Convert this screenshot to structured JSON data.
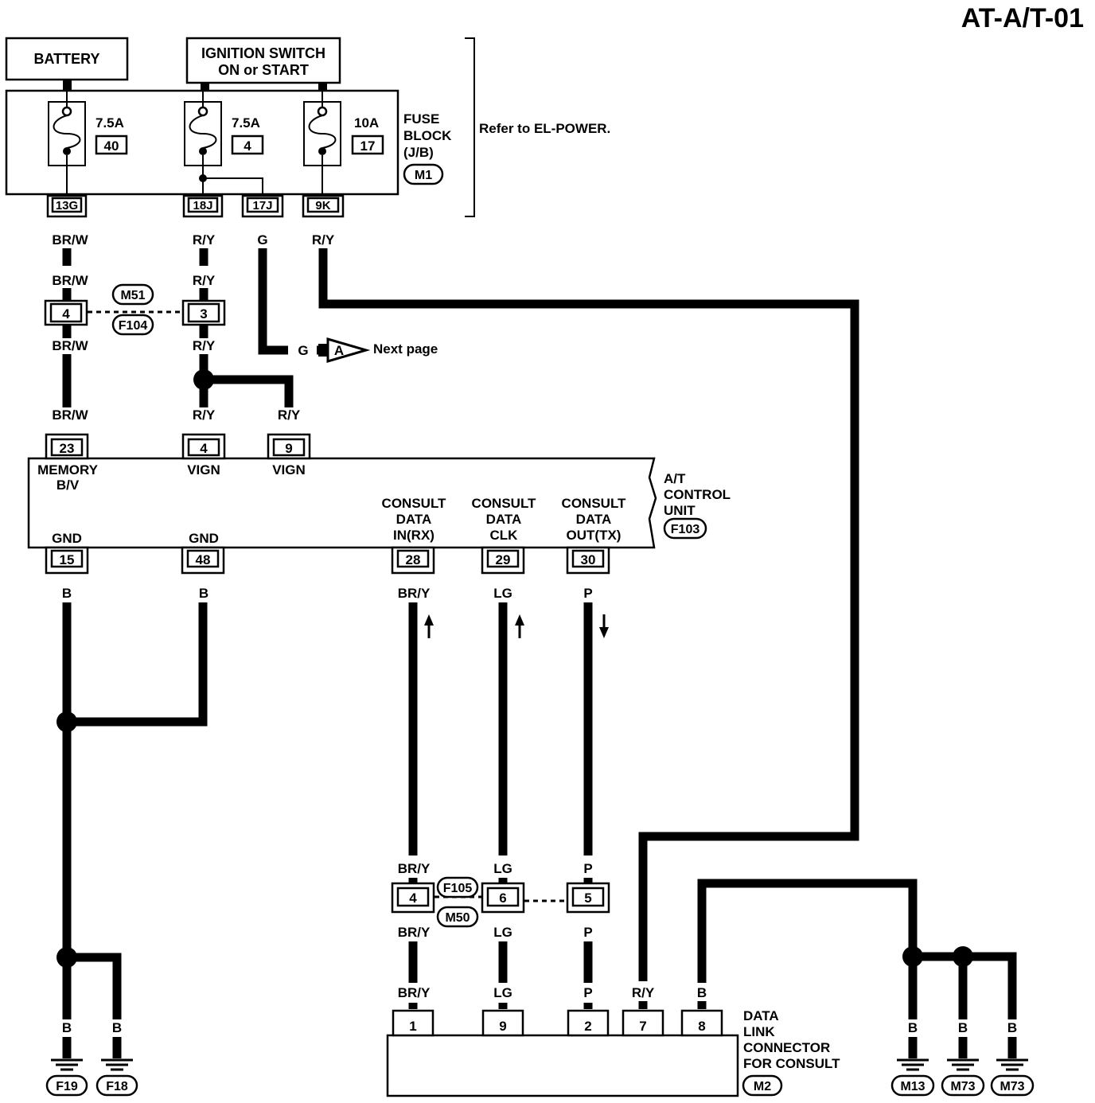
{
  "page_code": "AT-A/T-01",
  "power_sources": {
    "battery": "BATTERY",
    "ignition_line1": "IGNITION SWITCH",
    "ignition_line2": "ON or START"
  },
  "fuse_block": {
    "label_lines": [
      "FUSE",
      "BLOCK",
      "(J/B)"
    ],
    "connector": "M1",
    "refer": "Refer to EL-POWER.",
    "fuses": [
      {
        "rating": "7.5A",
        "number": "40"
      },
      {
        "rating": "7.5A",
        "number": "4"
      },
      {
        "rating": "10A",
        "number": "17"
      }
    ],
    "terminals": [
      "13G",
      "18J",
      "17J",
      "9K"
    ]
  },
  "wire_colors": {
    "brw": "BR/W",
    "ry": "R/Y",
    "g": "G",
    "b": "B",
    "bry": "BR/Y",
    "lg": "LG",
    "p": "P"
  },
  "joint_connector_1": {
    "pins": [
      "4",
      "3"
    ],
    "ids": [
      "M51",
      "F104"
    ]
  },
  "next_page": {
    "symbol": "A",
    "text": "Next page"
  },
  "control_unit": {
    "name_lines": [
      "A/T",
      "CONTROL",
      "UNIT"
    ],
    "connector": "F103",
    "top_pins": [
      {
        "pin": "23",
        "label1": "MEMORY",
        "label2": "B/V"
      },
      {
        "pin": "4",
        "label1": "VIGN"
      },
      {
        "pin": "9",
        "label1": "VIGN"
      }
    ],
    "bottom_pins": [
      {
        "pin": "15",
        "label1": "GND"
      },
      {
        "pin": "48",
        "label1": "GND"
      },
      {
        "pin": "28",
        "label1": "CONSULT",
        "label2": "DATA",
        "label3": "IN(RX)"
      },
      {
        "pin": "29",
        "label1": "CONSULT",
        "label2": "DATA",
        "label3": "CLK"
      },
      {
        "pin": "30",
        "label1": "CONSULT",
        "label2": "DATA",
        "label3": "OUT(TX)"
      }
    ]
  },
  "joint_connector_2": {
    "pins": [
      "4",
      "6",
      "5"
    ],
    "ids": [
      "F105",
      "M50"
    ]
  },
  "data_link": {
    "name_lines": [
      "DATA",
      "LINK",
      "CONNECTOR",
      "FOR CONSULT"
    ],
    "connector": "M2",
    "pins": [
      "1",
      "9",
      "2",
      "7",
      "8"
    ]
  },
  "grounds": [
    "F19",
    "F18",
    "M13",
    "M73",
    "M73"
  ]
}
